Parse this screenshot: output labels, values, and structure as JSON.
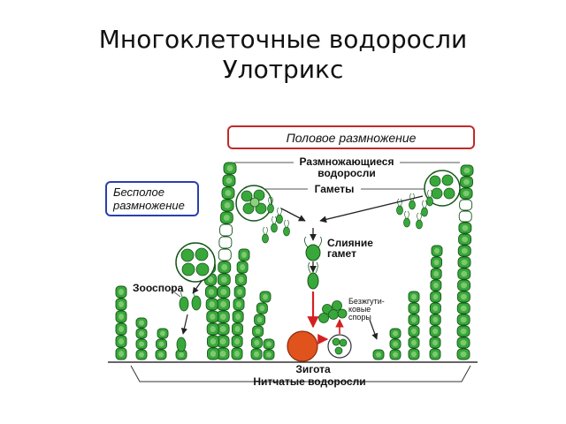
{
  "title": {
    "line1": "Многоклеточные водоросли",
    "line2": "Улотрикс"
  },
  "diagram": {
    "sexual_reproduction": "Половое размножение",
    "asexual_reproduction_line1": "Бесполое",
    "asexual_reproduction_line2": "размножение",
    "reproducing_algae_line1": "Размножающиеся",
    "reproducing_algae_line2": "водоросли",
    "gametes": "Гаметы",
    "gamete_fusion_line1": "Слияние",
    "gamete_fusion_line2": "гамет",
    "zoospore": "Зооспора",
    "flagellate_spores_line1": "Безжгути-",
    "flagellate_spores_line2": "ковые",
    "flagellate_spores_line3": "споры",
    "zygote": "Зигота",
    "filamentous_algae": "Нитчатые водоросли"
  },
  "colors": {
    "cell_fill": "#39a83a",
    "cell_light": "#8fd07f",
    "cell_stroke": "#14561a",
    "sexual_box_border": "#c22a2a",
    "asexual_box_border": "#2b3fae",
    "zygote_fill": "#e0531c",
    "arrow_red": "#d42020",
    "ground": "#333333"
  }
}
